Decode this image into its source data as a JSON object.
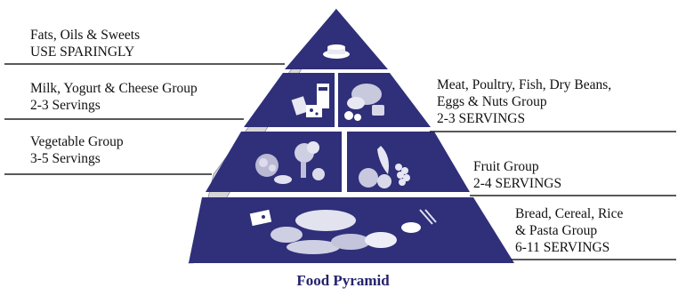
{
  "caption": "Food Pyramid",
  "colors": {
    "pyramid": "#2f2f7a",
    "side": "#d4d4d4",
    "caption": "#23236d"
  },
  "tiers": {
    "top": {
      "line1": "Fats, Oils & Sweets",
      "line2": "USE SPARINGLY",
      "icon": "sweets-icon"
    },
    "milk": {
      "line1": "Milk, Yogurt & Cheese Group",
      "line2": "2-3 Servings",
      "icon": "dairy-icon"
    },
    "meat": {
      "line1": "Meat, Poultry, Fish, Dry Beans,",
      "line2": "Eggs & Nuts Group",
      "line3": "2-3 SERVINGS",
      "icon": "meat-icon"
    },
    "vegetable": {
      "line1": "Vegetable Group",
      "line2": "3-5 Servings",
      "icon": "vegetable-icon"
    },
    "fruit": {
      "line1": "Fruit Group",
      "line2": "2-4 SERVINGS",
      "icon": "fruit-icon"
    },
    "bread": {
      "line1": "Bread, Cereal, Rice",
      "line2": "& Pasta Group",
      "line3": "6-11 SERVINGS",
      "icon": "grains-icon"
    }
  }
}
